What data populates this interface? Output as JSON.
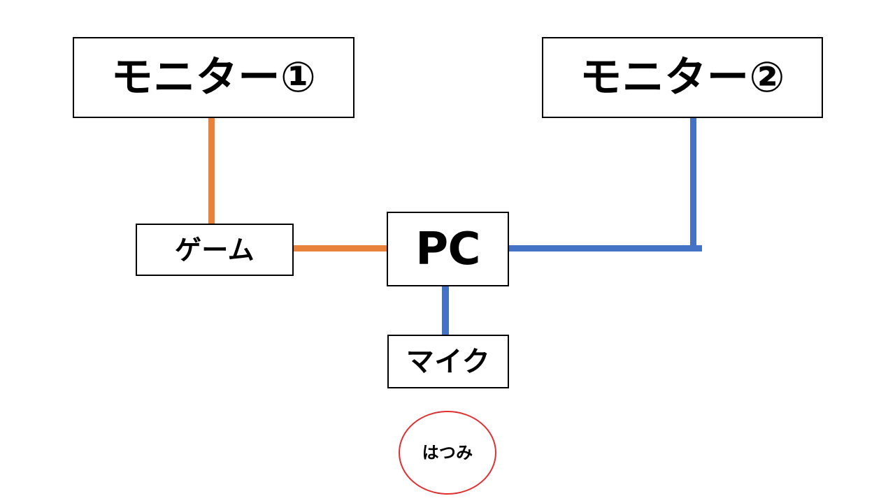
{
  "diagram": {
    "title": "PC setup connection diagram",
    "background_color": "#ffffff",
    "nodes": [
      {
        "id": "monitor1",
        "label": "モニター①",
        "shape": "rectangle",
        "border_color": "#000000",
        "fill": "#ffffff"
      },
      {
        "id": "monitor2",
        "label": "モニター②",
        "shape": "rectangle",
        "border_color": "#000000",
        "fill": "#ffffff"
      },
      {
        "id": "game",
        "label": "ゲーム",
        "shape": "rectangle",
        "border_color": "#000000",
        "fill": "#ffffff"
      },
      {
        "id": "pc",
        "label": "PC",
        "shape": "rectangle",
        "border_color": "#000000",
        "fill": "#ffffff"
      },
      {
        "id": "mic",
        "label": "マイク",
        "shape": "rectangle",
        "border_color": "#000000",
        "fill": "#ffffff"
      },
      {
        "id": "signature",
        "label": "はつみ",
        "shape": "ellipse",
        "border_color": "#e03030",
        "fill": "#ffffff"
      }
    ],
    "edges": [
      {
        "id": "monitor1-game",
        "from": "monitor1",
        "to": "game",
        "color": "#e8813a",
        "orientation": "vertical"
      },
      {
        "id": "game-pc",
        "from": "game",
        "to": "pc",
        "color": "#e8813a",
        "orientation": "horizontal"
      },
      {
        "id": "pc-monitor2",
        "from": "pc",
        "to": "monitor2",
        "color": "#4472c4",
        "orientation": "elbow"
      },
      {
        "id": "pc-mic",
        "from": "pc",
        "to": "mic",
        "color": "#4472c4",
        "orientation": "vertical"
      }
    ],
    "colors": {
      "orange": "#e8813a",
      "blue": "#4472c4",
      "red": "#e03030",
      "black": "#000000",
      "white": "#ffffff"
    }
  }
}
